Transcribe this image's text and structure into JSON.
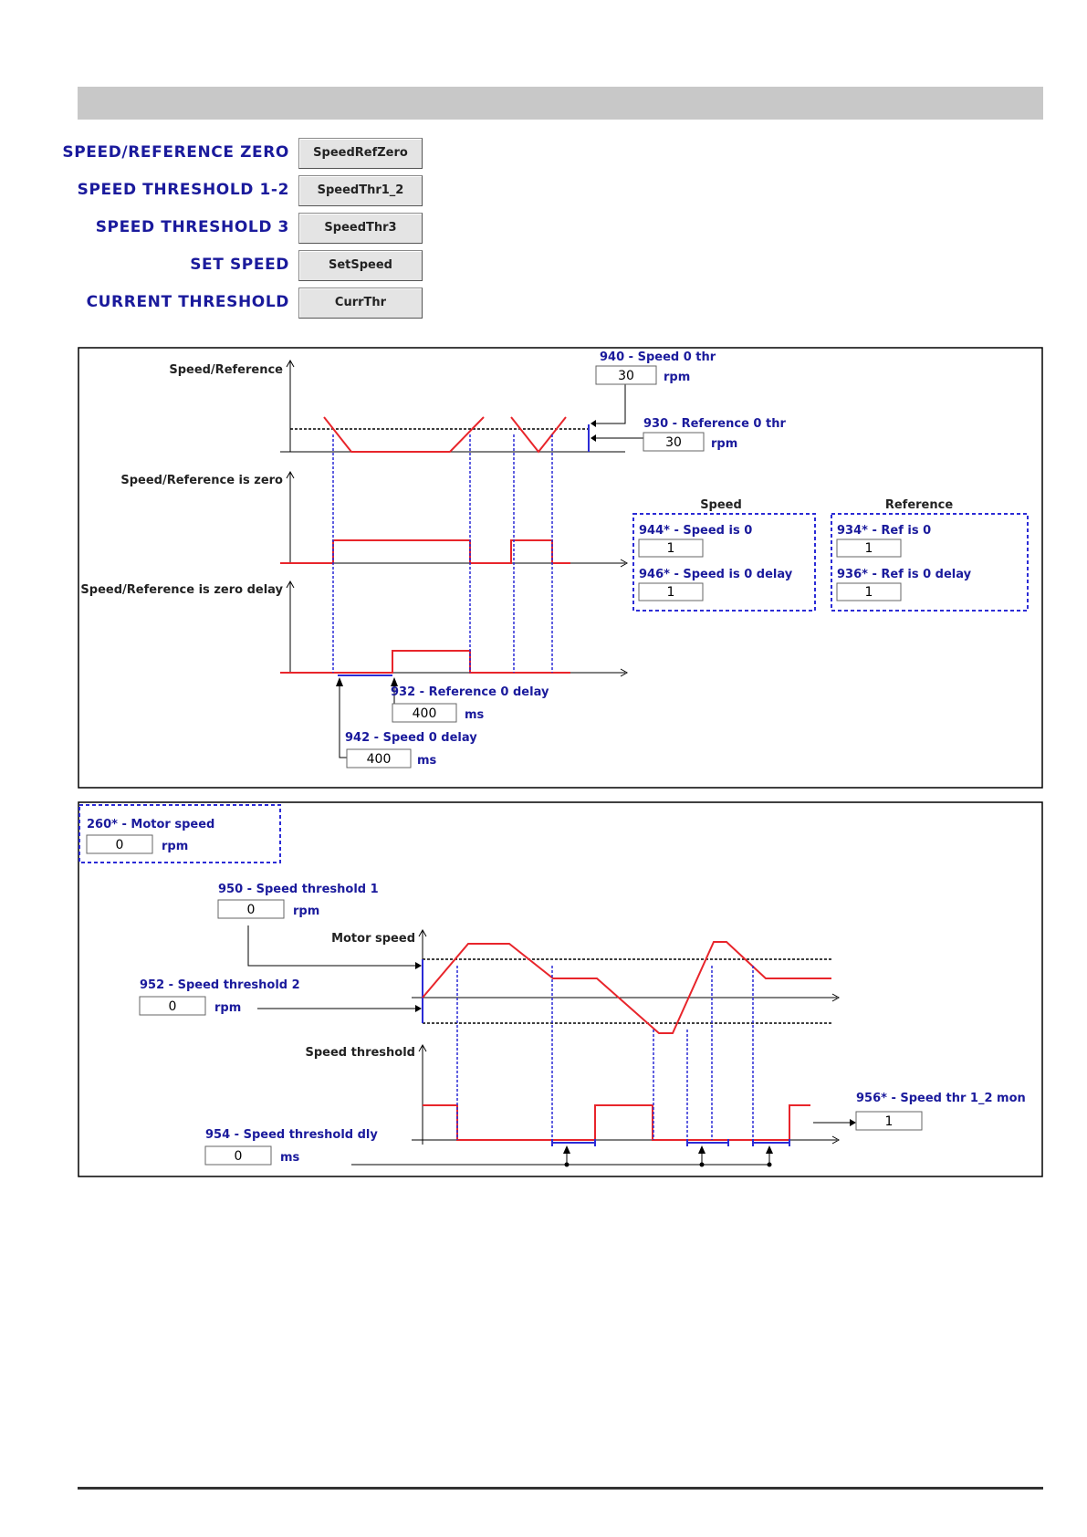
{
  "nav": [
    {
      "label": "SPEED/REFERENCE ZERO",
      "button": "SpeedRefZero"
    },
    {
      "label": "SPEED THRESHOLD 1-2",
      "button": "SpeedThr1_2"
    },
    {
      "label": "SPEED THRESHOLD 3",
      "button": "SpeedThr3"
    },
    {
      "label": "SET SPEED",
      "button": "SetSpeed"
    },
    {
      "label": "CURRENT THRESHOLD",
      "button": "CurrThr"
    }
  ],
  "diagram1": {
    "axis_speed_ref": "Speed/Reference",
    "axis_is_zero": "Speed/Reference is zero",
    "axis_is_zero_delay": "Speed/Reference is zero delay",
    "p940": {
      "label": "940 - Speed 0 thr",
      "value": "30",
      "unit": "rpm"
    },
    "p930": {
      "label": "930 - Reference 0 thr",
      "value": "30",
      "unit": "rpm"
    },
    "speed_header": "Speed",
    "reference_header": "Reference",
    "p944": {
      "label": "944* - Speed is 0",
      "value": "1"
    },
    "p946": {
      "label": "946* - Speed is 0 delay",
      "value": "1"
    },
    "p934": {
      "label": "934* - Ref is 0",
      "value": "1"
    },
    "p936": {
      "label": "936* - Ref is 0 delay",
      "value": "1"
    },
    "p932": {
      "label": "932 - Reference 0 delay",
      "value": "400",
      "unit": "ms"
    },
    "p942": {
      "label": "942 - Speed 0 delay",
      "value": "400",
      "unit": "ms"
    }
  },
  "diagram2": {
    "p260": {
      "label": "260* - Motor speed",
      "value": "0",
      "unit": "rpm"
    },
    "p950": {
      "label": "950 - Speed threshold 1",
      "value": "0",
      "unit": "rpm"
    },
    "p952": {
      "label": "952 - Speed threshold 2",
      "value": "0",
      "unit": "rpm"
    },
    "p954": {
      "label": "954 - Speed threshold dly",
      "value": "0",
      "unit": "ms"
    },
    "p956": {
      "label": "956* - Speed thr 1_2 mon",
      "value": "1"
    },
    "axis_motor_speed": "Motor speed",
    "axis_speed_threshold": "Speed threshold"
  },
  "colors": {
    "label_blue": "#1a1a9c",
    "signal_red": "#e8252b",
    "marker_blue": "#2b2bd6",
    "border": "#000000"
  }
}
